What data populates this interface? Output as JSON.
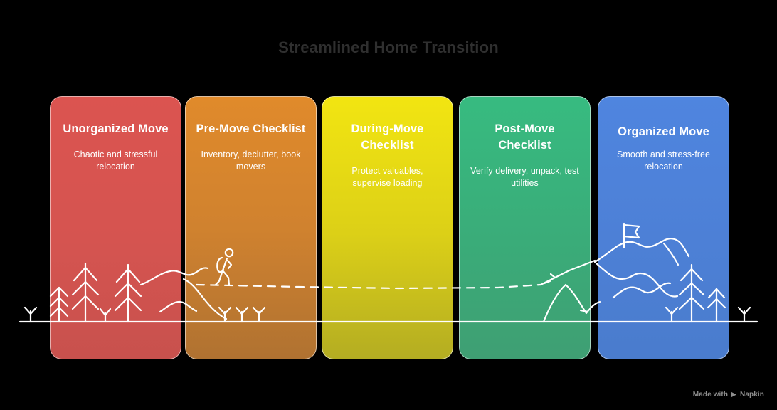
{
  "title": "Streamlined Home Transition",
  "theme": {
    "background": "#000000",
    "title_color": "#2f2f2f",
    "stroke_color": "#ffffff",
    "watermark_color": "#8e8e8e"
  },
  "cards": [
    {
      "id": "unorganized-move",
      "title": "Unorganized Move",
      "description": "Chaotic and stressful relocation",
      "color": "#d9534f"
    },
    {
      "id": "pre-move-checklist",
      "title": "Pre-Move Checklist",
      "description": "Inventory, declutter, book movers",
      "color": "#d6822e"
    },
    {
      "id": "during-move-checklist",
      "title": "During-Move Checklist",
      "description": "Protect valuables, supervise loading",
      "color": "#e0d415"
    },
    {
      "id": "post-move-checklist",
      "title": "Post-Move Checklist",
      "description": "Verify delivery, unpack, test utilities",
      "color": "#3cb37c"
    },
    {
      "id": "organized-move",
      "title": "Organized Move",
      "description": "Smooth and stress-free relocation",
      "color": "#4d80d6"
    }
  ],
  "illustration": {
    "pine_trees_label": "pine-trees",
    "hiker_label": "hiker-figure",
    "trail_label": "dashed-trail-path",
    "summit_flag_label": "summit-flag",
    "ground_line_label": "ground-line"
  },
  "watermark": {
    "prefix": "Made with",
    "brand": "Napkin"
  }
}
